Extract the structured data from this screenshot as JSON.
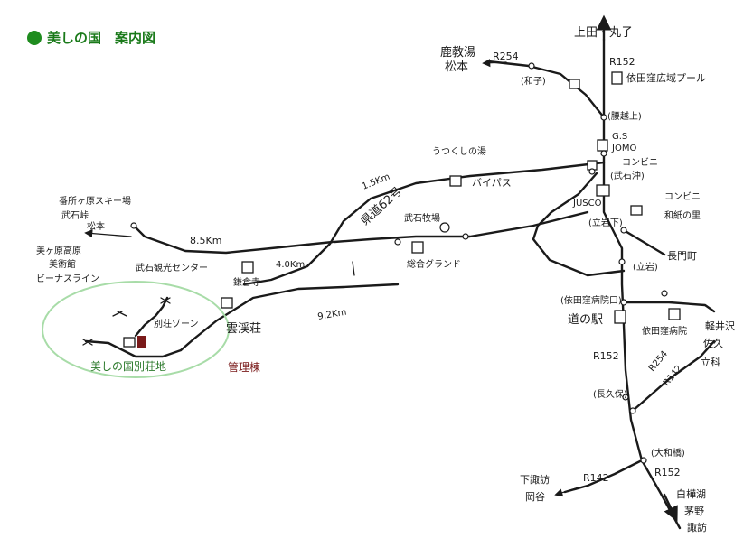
{
  "title": "美しの国　案内図",
  "colors": {
    "accent_green": "#1f8c1f",
    "villa_zone_outline": "#a8dca8",
    "admin_building": "#7a1a1a"
  },
  "labels": {
    "ueda": "上田・丸子",
    "r152_top": "R152",
    "r254_top": "R254",
    "kakeyu_matsumoto": [
      "鹿教湯",
      "松本"
    ],
    "wago": "(和子)",
    "yodata_pool": "依田窪広域プール",
    "todokoshikami": "(腰越上)",
    "gs_jomo": [
      "G.S",
      "JOMO"
    ],
    "conveni_1": "コンビニ",
    "utsukushi_no_yu": "うつくしの湯",
    "bypass": "バイパス",
    "dist_15": "1.5Km",
    "kendo_62": "県道62号",
    "takeishi_oki": "(武石沖)",
    "jusco": "JUSCO",
    "conveni_2": "コンビニ",
    "wada_no_sato": "和紙の里",
    "tateiwa_shita": "(立岩下)",
    "nagatomachi": "長門町",
    "tateiwa": "(立岩)",
    "ski": [
      "番所ヶ原スキー場",
      "武石峠",
      "松本"
    ],
    "museum": [
      "美ヶ原高原",
      "美術館",
      "ビーナスライン"
    ],
    "dist_85": "8.5Km",
    "takeishi_kanko": "武石観光センター",
    "bokujo": "武石牧場",
    "dist_40": "4.0Km",
    "sogo_ground": "総合グランド",
    "kamaboko": "鎌倉寺",
    "dist_92": "9.2Km",
    "unkeiso": "雲渓荘",
    "bessou_zone": "別荘ゾーン",
    "villa_area": "美しの国別荘地",
    "kanri_tou": "管理棟",
    "yodakubo_iryo": "(依田窪病院口)",
    "michi_no_eki": "道の駅",
    "yodakubo_hosp": "依田窪病院",
    "r152_mid": "R152",
    "karuizawa": [
      "軽井沢",
      "佐久",
      "立科"
    ],
    "r254_right": "R254",
    "r142_right": "R142",
    "nagakubo": "(長久保)",
    "daiwa_bashi": "(大和橋)",
    "shimosuwa": [
      "下諏訪",
      "岡谷"
    ],
    "r142_bottom": "R142",
    "r152_bottom": "R152",
    "shirakaba": [
      "白樺湖",
      "茅野",
      "諏訪"
    ]
  }
}
